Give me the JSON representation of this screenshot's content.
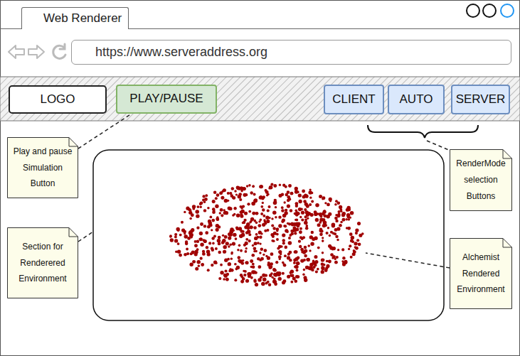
{
  "diagram": {
    "nodes": [
      {
        "text": [
          "Web Renderer"
        ]
      },
      {
        "text": [
          "https://www.serveraddress.org"
        ]
      },
      {
        "text": [
          "LOGO"
        ]
      },
      {
        "text": [
          "PLAY/PAUSE"
        ]
      },
      {
        "text": [
          "CLIENT"
        ]
      },
      {
        "text": [
          "AUTO"
        ]
      },
      {
        "text": [
          "SERVER"
        ]
      },
      {
        "text": [
          "Play and pause Simulation Button"
        ]
      },
      {
        "text": [
          "RenderMode selection Buttons"
        ]
      },
      {
        "text": [
          "Section for Renderered Environment"
        ]
      },
      {
        "text": [
          "Alchemist Rendered Environment"
        ]
      }
    ],
    "edges": [
      {
        "from": 7,
        "to": 3,
        "arrow": "none"
      }
    ]
  }
}
